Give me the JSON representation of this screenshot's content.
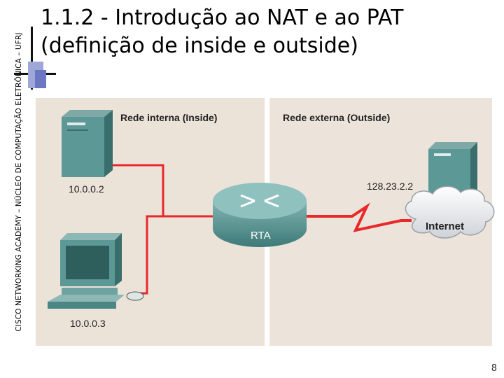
{
  "side_label": "CISCO NETWORKING ACADEMY – NÚCLEO DE COMPUTAÇÃO ELETRÔNICA – UFRJ",
  "title_line1": "1.1.2 - Introdução ao NAT e ao PAT",
  "title_line2": "(definição de inside e outside)",
  "diagram": {
    "inside_label": "Rede interna (Inside)",
    "outside_label": "Rede externa (Outside)",
    "server_inside_ip": "10.0.0.2",
    "pc_inside_ip": "10.0.0.3",
    "server_outside_ip": "128.23.2.2",
    "router_label": "RTA",
    "cloud_label": "Internet",
    "colors": {
      "inside_bg": "#ebe2d8",
      "outside_bg": "#ece4da",
      "link": "#e8282a",
      "device": "#4f8e8c"
    }
  },
  "page_number": "8"
}
